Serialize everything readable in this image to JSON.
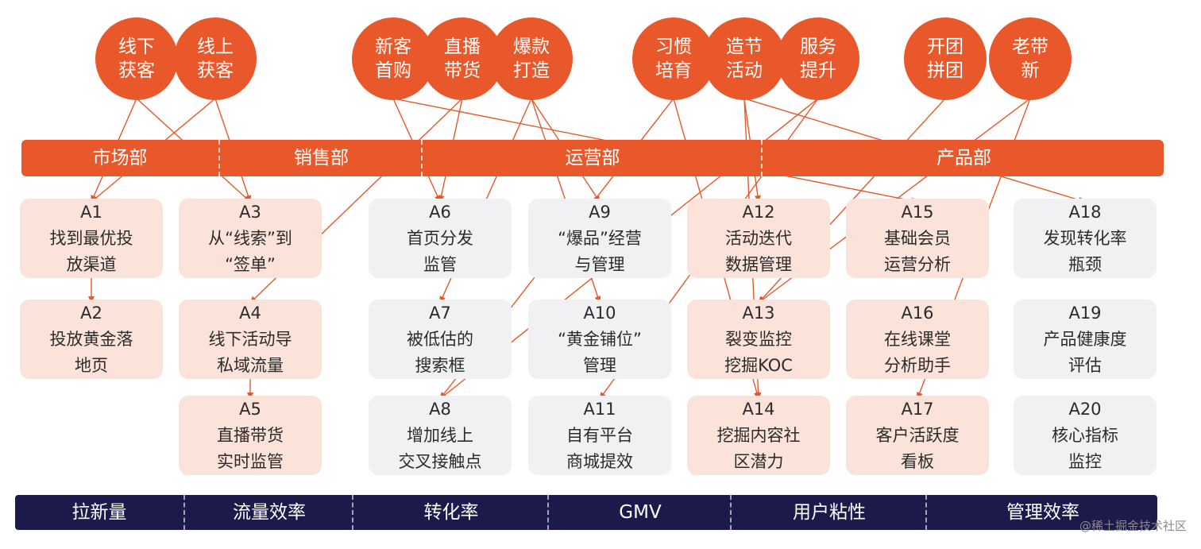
{
  "goals": [
    {
      "id": "g1",
      "lines": [
        "线下",
        "获客"
      ]
    },
    {
      "id": "g2",
      "lines": [
        "线上",
        "获客"
      ]
    },
    {
      "id": "g3",
      "lines": [
        "新客",
        "首购"
      ]
    },
    {
      "id": "g4",
      "lines": [
        "直播",
        "带货"
      ]
    },
    {
      "id": "g5",
      "lines": [
        "爆款",
        "打造"
      ]
    },
    {
      "id": "g6",
      "lines": [
        "习惯",
        "培育"
      ]
    },
    {
      "id": "g7",
      "lines": [
        "造节",
        "活动"
      ]
    },
    {
      "id": "g8",
      "lines": [
        "服务",
        "提升"
      ]
    },
    {
      "id": "g9",
      "lines": [
        "开团",
        "拼团"
      ]
    },
    {
      "id": "g10",
      "lines": [
        "老带",
        "新"
      ]
    }
  ],
  "departments": [
    "市场部",
    "销售部",
    "运营部",
    "产品部"
  ],
  "cards": [
    {
      "id": "A1",
      "lines": [
        "找到最优投",
        "放渠道"
      ]
    },
    {
      "id": "A2",
      "lines": [
        "投放黄金落",
        "地页"
      ]
    },
    {
      "id": "A3",
      "lines": [
        "从“线索”到",
        "“签单”"
      ]
    },
    {
      "id": "A4",
      "lines": [
        "线下活动导",
        "私域流量"
      ]
    },
    {
      "id": "A5",
      "lines": [
        "直播带货",
        "实时监管"
      ]
    },
    {
      "id": "A6",
      "lines": [
        "首页分发",
        "监管"
      ]
    },
    {
      "id": "A7",
      "lines": [
        "被低估的",
        "搜索框"
      ]
    },
    {
      "id": "A8",
      "lines": [
        "增加线上",
        "交叉接触点"
      ]
    },
    {
      "id": "A9",
      "lines": [
        "“爆品”经营",
        "与管理"
      ]
    },
    {
      "id": "A10",
      "lines": [
        "“黄金铺位”",
        "管理"
      ]
    },
    {
      "id": "A11",
      "lines": [
        "自有平台",
        "商城提效"
      ]
    },
    {
      "id": "A12",
      "lines": [
        "活动迭代",
        "数据管理"
      ]
    },
    {
      "id": "A13",
      "lines": [
        "裂变监控",
        "挖掘KOC"
      ]
    },
    {
      "id": "A14",
      "lines": [
        "挖掘内容社",
        "区潜力"
      ]
    },
    {
      "id": "A15",
      "lines": [
        "基础会员",
        "运营分析"
      ]
    },
    {
      "id": "A16",
      "lines": [
        "在线课堂",
        "分析助手"
      ]
    },
    {
      "id": "A17",
      "lines": [
        "客户活跃度",
        "看板"
      ]
    },
    {
      "id": "A18",
      "lines": [
        "发现转化率",
        "瓶颈"
      ]
    },
    {
      "id": "A19",
      "lines": [
        "产品健康度",
        "评估"
      ]
    },
    {
      "id": "A20",
      "lines": [
        "核心指标",
        "监控"
      ]
    }
  ],
  "metrics": [
    "拉新量",
    "流量效率",
    "转化率",
    "GMV",
    "用户粘性",
    "管理效率"
  ],
  "watermark": "@稀土掘金技术社区",
  "colors": {
    "accent": "#e8582b",
    "pink_card": "#fbe3da",
    "grey_card": "#f1f1f3",
    "navy": "#1c1a4a",
    "arrow": "#e8582b"
  },
  "links": [
    [
      "g1",
      "A1"
    ],
    [
      "g1",
      "A3"
    ],
    [
      "g2",
      "A1"
    ],
    [
      "g2",
      "A3"
    ],
    [
      "g3",
      "A6"
    ],
    [
      "g3",
      "A15"
    ],
    [
      "g4",
      "A4"
    ],
    [
      "g4",
      "A6"
    ],
    [
      "g5",
      "A7"
    ],
    [
      "g5",
      "A9"
    ],
    [
      "g5",
      "A10"
    ],
    [
      "g6",
      "A8"
    ],
    [
      "g6",
      "A14"
    ],
    [
      "g7",
      "A12"
    ],
    [
      "g7",
      "A14"
    ],
    [
      "g7",
      "A18"
    ],
    [
      "g8",
      "A8"
    ],
    [
      "g8",
      "A11"
    ],
    [
      "g9",
      "A13"
    ],
    [
      "g10",
      "A13"
    ],
    [
      "g10",
      "A17"
    ],
    [
      "A1",
      "A2"
    ],
    [
      "A4",
      "A5"
    ]
  ]
}
